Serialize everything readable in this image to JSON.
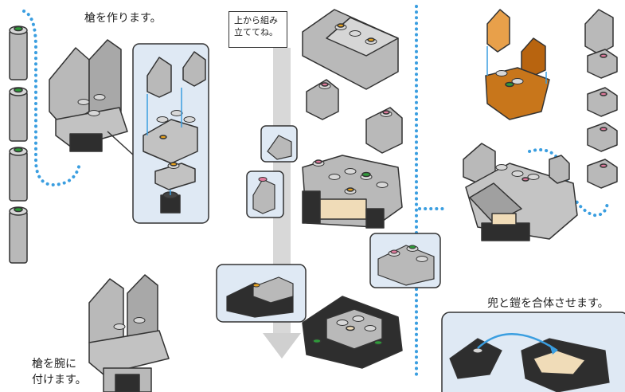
{
  "captions": {
    "spear_make": "槍を作ります。",
    "assemble_from_top_1": "上から組み",
    "assemble_from_top_2": "立ててね。",
    "merge_helmet_armor": "兜と鎧を合体させます。",
    "spear_to_arm_1": "槍を腕に",
    "spear_to_arm_2": "付けます。"
  },
  "colors": {
    "brick_gray": "#b8b8b8",
    "brick_dark": "#2e2e2e",
    "brick_orange": "#c8761b",
    "stud_green": "#2f9a3a",
    "stud_pink": "#e07a9c",
    "stud_orange": "#e8a21e",
    "dotted_blue": "#3a9ee0",
    "panel_blue": "#dfe9f4",
    "arrow_gray": "#d8d8d8"
  }
}
